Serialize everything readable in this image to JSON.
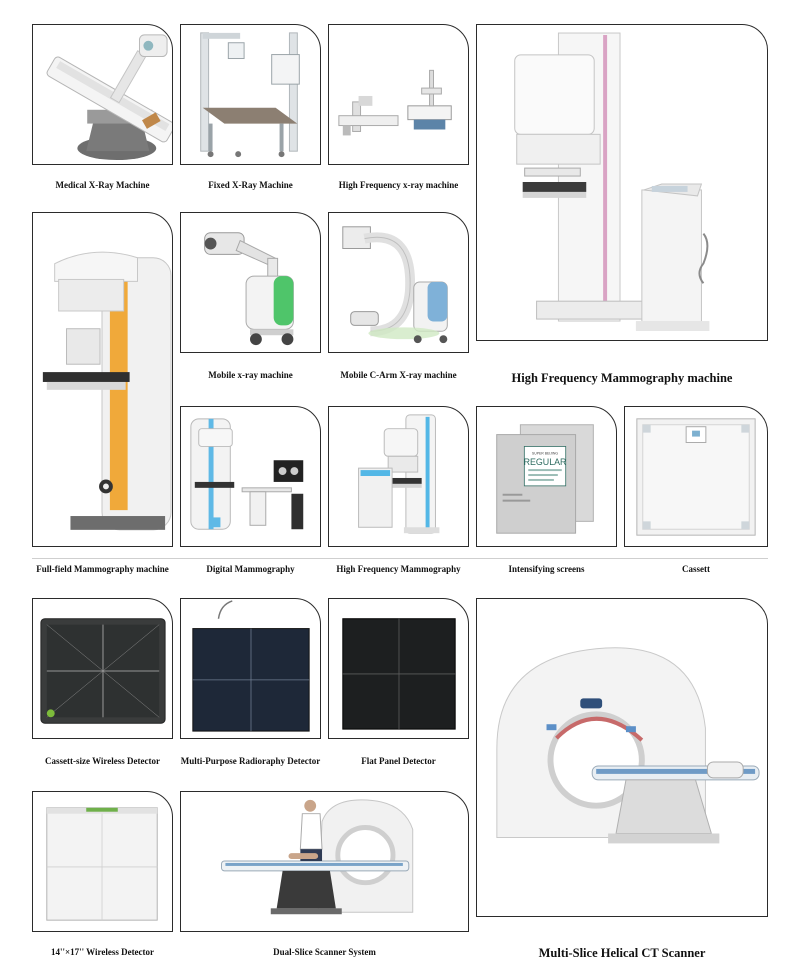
{
  "products": [
    {
      "name": "Medical X-Ray Machine",
      "icon": "medical-xray-machine-image"
    },
    {
      "name": "Fixed X-Ray Machine",
      "icon": "fixed-xray-machine-image"
    },
    {
      "name": "High Frequency x-ray machine",
      "icon": "high-frequency-xray-image"
    },
    {
      "name": "High Frequency Mammography machine",
      "icon": "mammography-machine-image"
    },
    {
      "name": "Full-field Mammography machine",
      "icon": "full-field-mammography-image"
    },
    {
      "name": "Mobile x-ray machine",
      "icon": "mobile-xray-image"
    },
    {
      "name": "Mobile C-Arm X-ray machine",
      "icon": "c-arm-image"
    },
    {
      "name": "Digital Mammography",
      "icon": "digital-mammography-image"
    },
    {
      "name": "High Frequency Mammography",
      "icon": "hf-mammography-image"
    },
    {
      "name": "Intensifying screens",
      "icon": "intensifying-screens-image"
    },
    {
      "name": "Cassett",
      "icon": "cassett-image"
    },
    {
      "name": "Cassett-size Wireless Detector",
      "icon": "wireless-detector-image"
    },
    {
      "name": "Multi-Purpose Radioraphy Detector",
      "icon": "radiography-detector-image"
    },
    {
      "name": "Flat Panel Detector",
      "icon": "flat-panel-detector-image"
    },
    {
      "name": "Multi-Slice Helical CT Scanner",
      "icon": "ct-scanner-image"
    },
    {
      "name": "14''×17'' Wireless Detector",
      "icon": "wireless-detector-14x17-image"
    },
    {
      "name": "Dual-Slice Scanner System",
      "icon": "dual-slice-scanner-image"
    }
  ],
  "labels": {
    "screen_brand": "REGULAR",
    "screen_small": "SUPER BEIJING"
  }
}
